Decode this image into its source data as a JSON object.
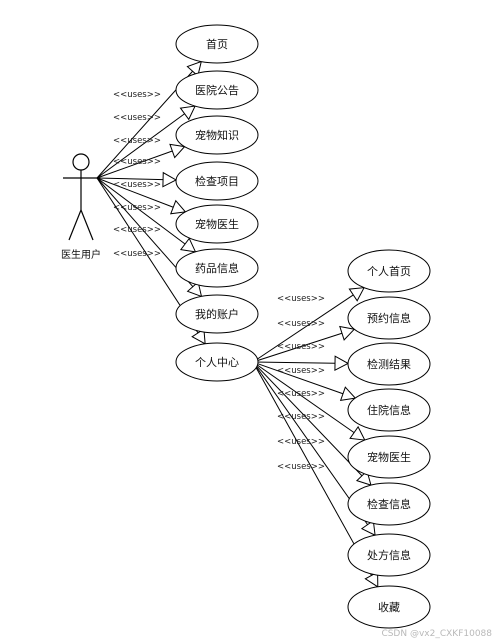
{
  "actor": {
    "label": "医生用户"
  },
  "edge_label": "<<uses>>",
  "primary_use_cases": [
    "首页",
    "医院公告",
    "宠物知识",
    "检查项目",
    "宠物医生",
    "药品信息",
    "我的账户",
    "个人中心"
  ],
  "personal_center_use_cases": [
    "个人首页",
    "预约信息",
    "检测结果",
    "住院信息",
    "宠物医生",
    "检查信息",
    "处方信息",
    "收藏"
  ],
  "watermark": "CSDN @vx2_CXKF10088"
}
